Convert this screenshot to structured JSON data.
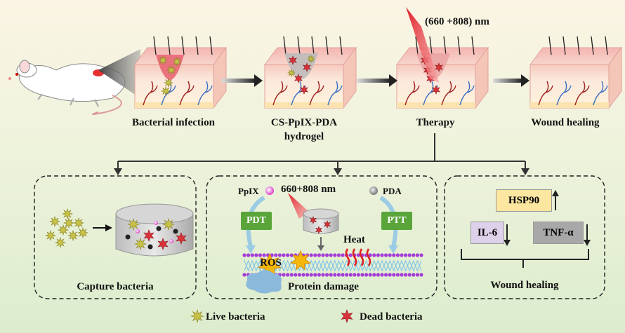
{
  "top_steps": [
    {
      "label": "Bacterial infection"
    },
    {
      "label": "CS-PpIX-PDA",
      "label2": "hydrogel"
    },
    {
      "label": "Therapy"
    },
    {
      "label": "Wound healing"
    }
  ],
  "laser_label": "(660 +808) nm",
  "panels": {
    "left": {
      "title": "Capture bacteria"
    },
    "middle": {
      "ppix_label": "PpIX",
      "pda_label": "PDA",
      "laser_label": "660+808 nm",
      "pdt_label": "PDT",
      "ptt_label": "PTT",
      "ros_label": "ROS",
      "heat_label": "Heat",
      "damage_label": "Protein damage"
    },
    "right": {
      "title": "Wound healing",
      "hsp90": "HSP90",
      "il6": "IL-6",
      "tnf": "TNF-α",
      "hsp90_arrow": "↑",
      "il6_arrow": "↓",
      "tnf_arrow": "↓"
    }
  },
  "legend": {
    "live": "Live bacteria",
    "dead": "Dead bacteria"
  },
  "colors": {
    "live_bacteria": "#c8c24a",
    "dead_bacteria": "#d9323a",
    "pdt_ptt": "#5aa53a",
    "hsp90_bg": "#fde6a0",
    "il6_bg": "#ddd0ea",
    "tnf_bg": "#a8a8a8"
  }
}
